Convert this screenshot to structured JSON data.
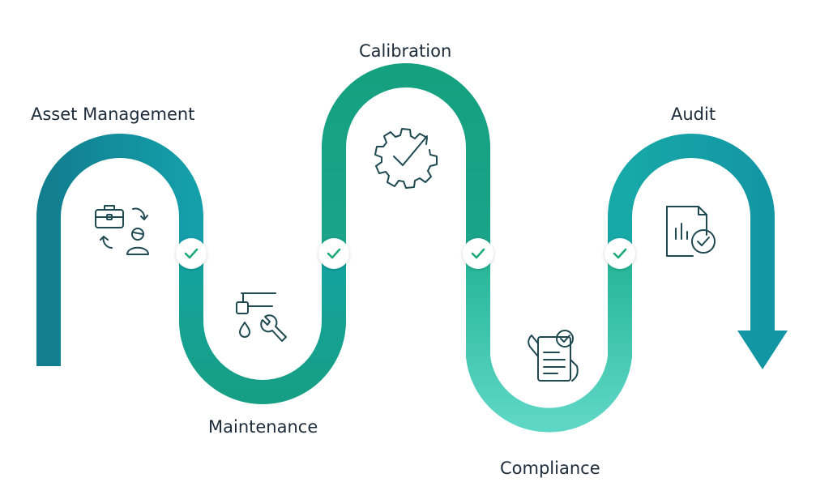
{
  "stages": [
    {
      "label": "Asset Management",
      "icon": "asset-transfer-icon"
    },
    {
      "label": "Maintenance",
      "icon": "faucet-wrench-icon"
    },
    {
      "label": "Calibration",
      "icon": "gear-check-icon"
    },
    {
      "label": "Compliance",
      "icon": "clipboard-check-icon"
    },
    {
      "label": "Audit",
      "icon": "report-check-icon"
    }
  ],
  "checkpoint_icon": "check-icon",
  "colors": {
    "teal_dark": "#127e8e",
    "teal": "#139ea6",
    "green": "#17a385",
    "mint": "#5dd6c5",
    "check": "#1faa7a",
    "text": "#1d2b3a",
    "icon": "#1f4a52"
  }
}
